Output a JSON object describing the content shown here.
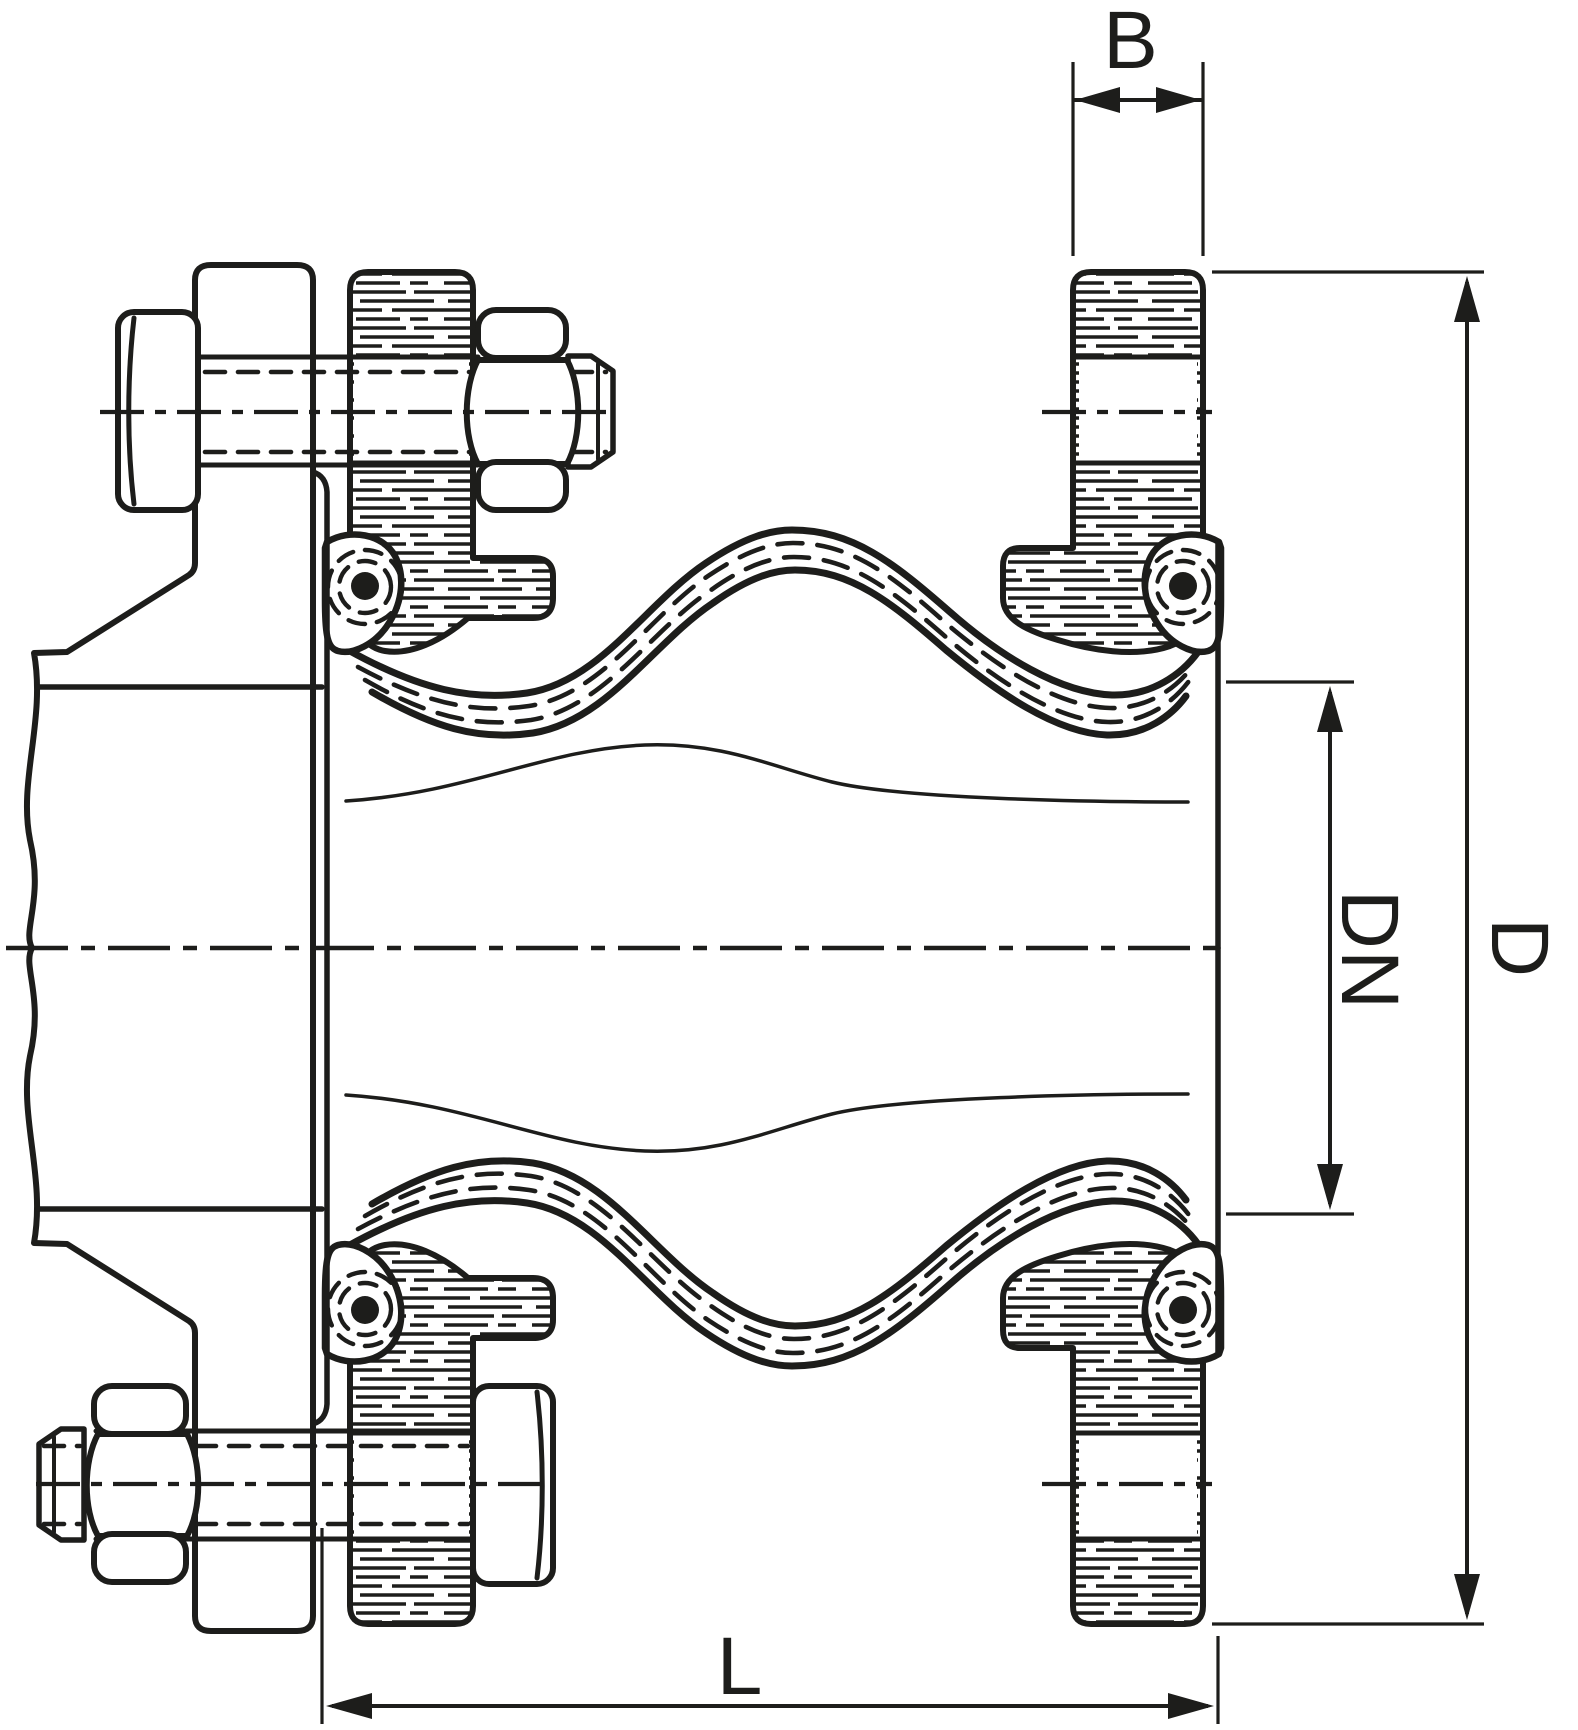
{
  "page": {
    "background": "#ffffff",
    "ink_color": "#1d1d1b",
    "type": "technical-sectional-drawing"
  },
  "labels": {
    "flange_thickness": "B",
    "outer_diameter": "D",
    "nominal_diameter": "DN",
    "installation_length": "L"
  }
}
